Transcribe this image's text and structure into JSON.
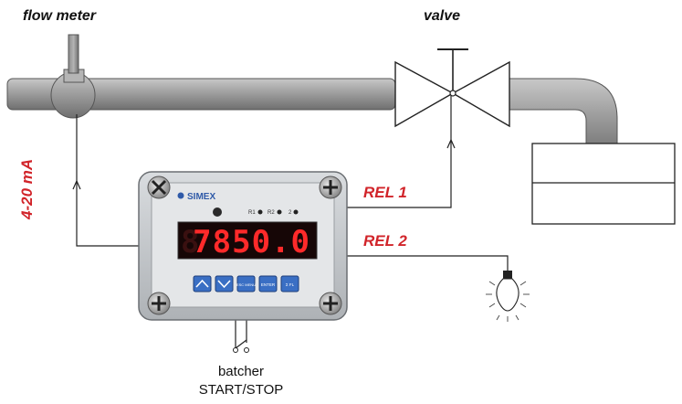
{
  "labels": {
    "flow_meter": "flow meter",
    "valve": "valve",
    "current_signal": "4-20 mA",
    "relay1": "REL 1",
    "relay2": "REL 2",
    "batcher_line1": "batcher",
    "batcher_line2": "START/STOP"
  },
  "device": {
    "brand": "SIMEX",
    "display_value": "7850.0",
    "display_ghost": "8",
    "led_labels": [
      "R1",
      "R2",
      "2"
    ],
    "buttons": [
      {
        "name": "up",
        "label": ""
      },
      {
        "name": "down",
        "label": ""
      },
      {
        "name": "esc",
        "label": "ESC MENU"
      },
      {
        "name": "enter",
        "label": "ENTER"
      },
      {
        "name": "sel",
        "label": "Σ FL"
      }
    ]
  },
  "colors": {
    "pipe": "#9a9a9a",
    "wire": "#222222",
    "relay_text": "#d1242a",
    "display_digits": "#ff2a2a",
    "buttons": "#3a6fc4"
  }
}
